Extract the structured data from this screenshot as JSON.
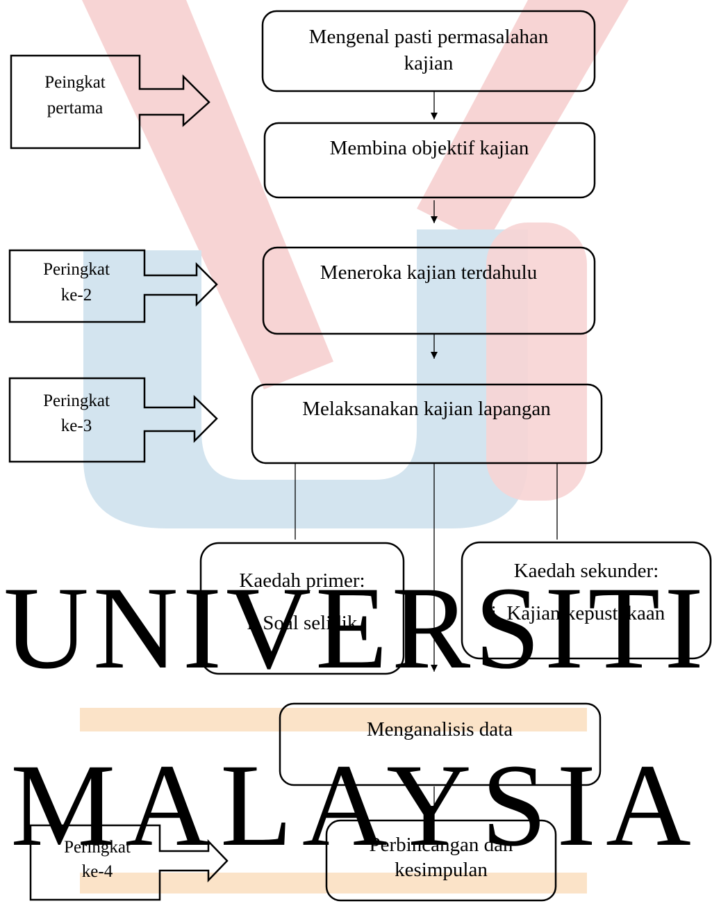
{
  "watermark": {
    "line1": "UNIVERSITI",
    "line2": "MALAYSIA",
    "colors": {
      "red": "#f7d4d4",
      "blue": "#d3e4ef",
      "orange": "#fbe3c8",
      "gray": "#e8e8e8"
    }
  },
  "flowchart": {
    "steps": {
      "identify_problem": [
        "Mengenal pasti permasalahan",
        "kajian"
      ],
      "build_objectives": [
        "Membina objektif kajian"
      ],
      "explore_literature": [
        "Meneroka kajian terdahulu"
      ],
      "field_study": [
        "Melaksanakan kajian lapangan"
      ],
      "analyze_data": [
        "Menganalisis data"
      ],
      "discussion": [
        "Perbincangan dan",
        "kesimpulan"
      ]
    },
    "methods": {
      "primary": {
        "title": "Kaedah primer:",
        "item": "i. Soal selidik"
      },
      "secondary": {
        "title": "Kaedah sekunder:",
        "item": "i. Kajian kepustakaan"
      }
    },
    "stages": {
      "stage1": [
        "Peingkat",
        "pertama"
      ],
      "stage2": [
        "Peringkat",
        "ke-2"
      ],
      "stage3": [
        "Peringkat",
        "ke-3"
      ],
      "stage4": [
        "Peringkat",
        "ke-4"
      ]
    }
  }
}
